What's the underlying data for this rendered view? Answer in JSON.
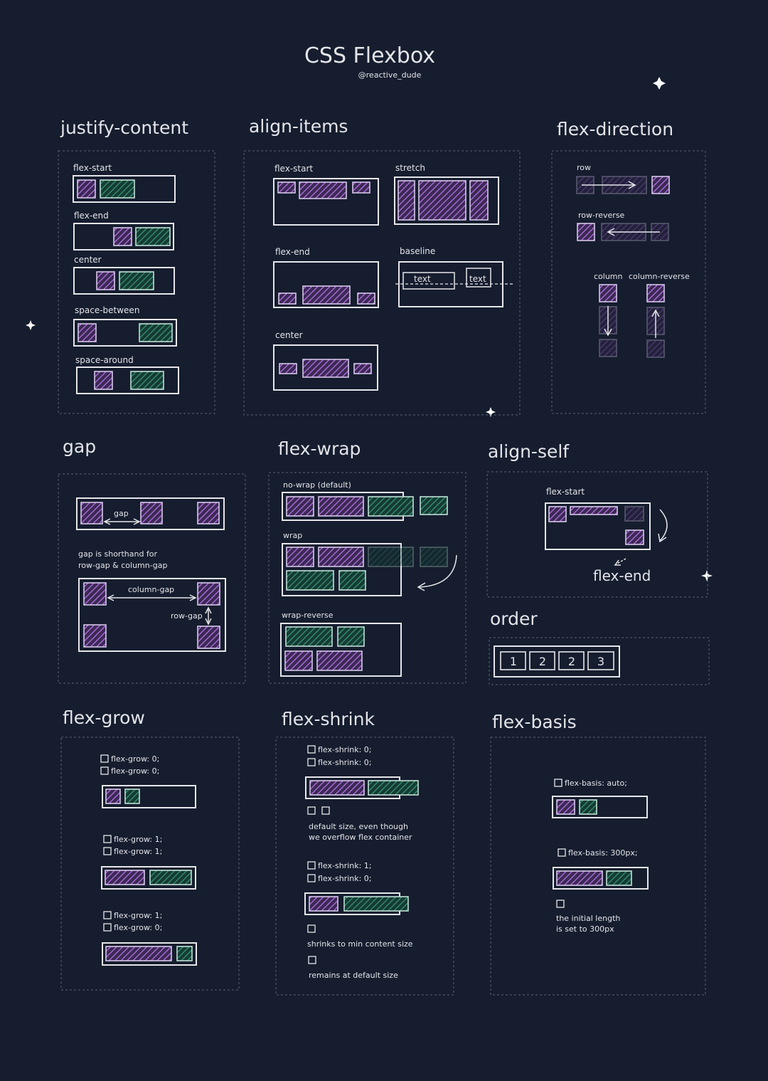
{
  "title": "CSS Flexbox",
  "author": "@reactive_dude",
  "colors": {
    "background": "#151d2e",
    "purple": "#9a5bc6",
    "green": "#2f8a6e",
    "line": "#e6e6ea"
  },
  "justify_content": {
    "heading": "justify-content",
    "labels": [
      "flex-start",
      "flex-end",
      "center",
      "space-between",
      "space-around"
    ]
  },
  "align_items": {
    "heading": "align-items",
    "labels": [
      "flex-start",
      "stretch",
      "flex-end",
      "baseline",
      "center"
    ],
    "baseline_text": [
      "text",
      "text"
    ]
  },
  "flex_direction": {
    "heading": "flex-direction",
    "labels": [
      "row",
      "row-reverse",
      "column",
      "column-reverse"
    ]
  },
  "gap": {
    "heading": "gap",
    "gap_label": "gap",
    "note_line1": "gap is shorthand for",
    "note_line2": "row-gap & column-gap",
    "column_gap": "column-gap",
    "row_gap": "row-gap"
  },
  "flex_wrap": {
    "heading": "flex-wrap",
    "labels": [
      "no-wrap (default)",
      "wrap",
      "wrap-reverse"
    ]
  },
  "align_self": {
    "heading": "align-self",
    "start": "flex-start",
    "end": "flex-end"
  },
  "order": {
    "heading": "order",
    "items": [
      "1",
      "2",
      "2",
      "3"
    ]
  },
  "flex_grow": {
    "heading": "flex-grow",
    "groups": [
      [
        "flex-grow: 0;",
        "flex-grow: 0;"
      ],
      [
        "flex-grow: 1;",
        "flex-grow: 1;"
      ],
      [
        "flex-grow: 1;",
        "flex-grow: 0;"
      ]
    ]
  },
  "flex_shrink": {
    "heading": "flex-shrink",
    "group1": [
      "flex-shrink: 0;",
      "flex-shrink: 0;"
    ],
    "note1_line1": "default size, even though",
    "note1_line2": "we overflow flex container",
    "group2": [
      "flex-shrink: 1;",
      "flex-shrink: 0;"
    ],
    "note2": "shrinks to min content size",
    "note3": "remains at default size"
  },
  "flex_basis": {
    "heading": "flex-basis",
    "auto": "flex-basis: auto;",
    "px": "flex-basis: 300px;",
    "note_line1": "the initial length",
    "note_line2": "is set to 300px"
  }
}
